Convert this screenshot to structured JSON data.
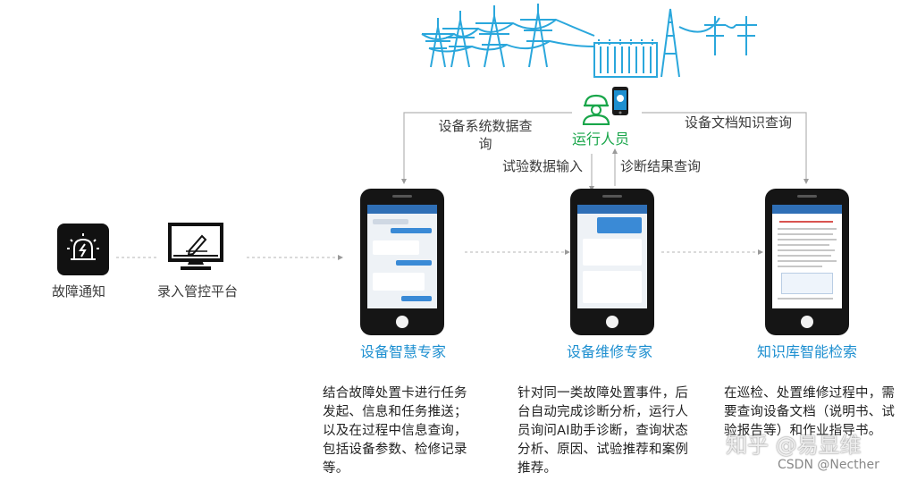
{
  "nodes": {
    "fault_notice": "故障通知",
    "entry_platform": "录入管控平台",
    "operator": "运行人员",
    "smart_expert": "设备智慧专家",
    "repair_expert": "设备维修专家",
    "kb_search": "知识库智能检索"
  },
  "edges": {
    "system_query": "设备系统数据查询",
    "test_input": "试验数据输入",
    "diag_query": "诊断结果查询",
    "doc_query": "设备文档知识查询"
  },
  "descriptions": {
    "smart_expert": "结合故障处置卡进行任务发起、信息和任务推送；以及在过程中信息查询，包括设备参数、检修记录等。",
    "repair_expert": "针对同一类故障处置事件，后台自动完成诊断分析，运行人员询问AI助手诊断，查询状态分析、原因、试验推荐和案例推荐。",
    "kb_search": "在巡检、处置维修过程中，需要查询设备文档（说明书、试验报告等）和作业指导书。"
  },
  "watermarks": {
    "zhihu": "知乎 @易显维",
    "csdn": "CSDN @Necther"
  },
  "colors": {
    "blue": "#1d8fd0",
    "green": "#19a64a",
    "tower_blue": "#2aa7dc"
  }
}
